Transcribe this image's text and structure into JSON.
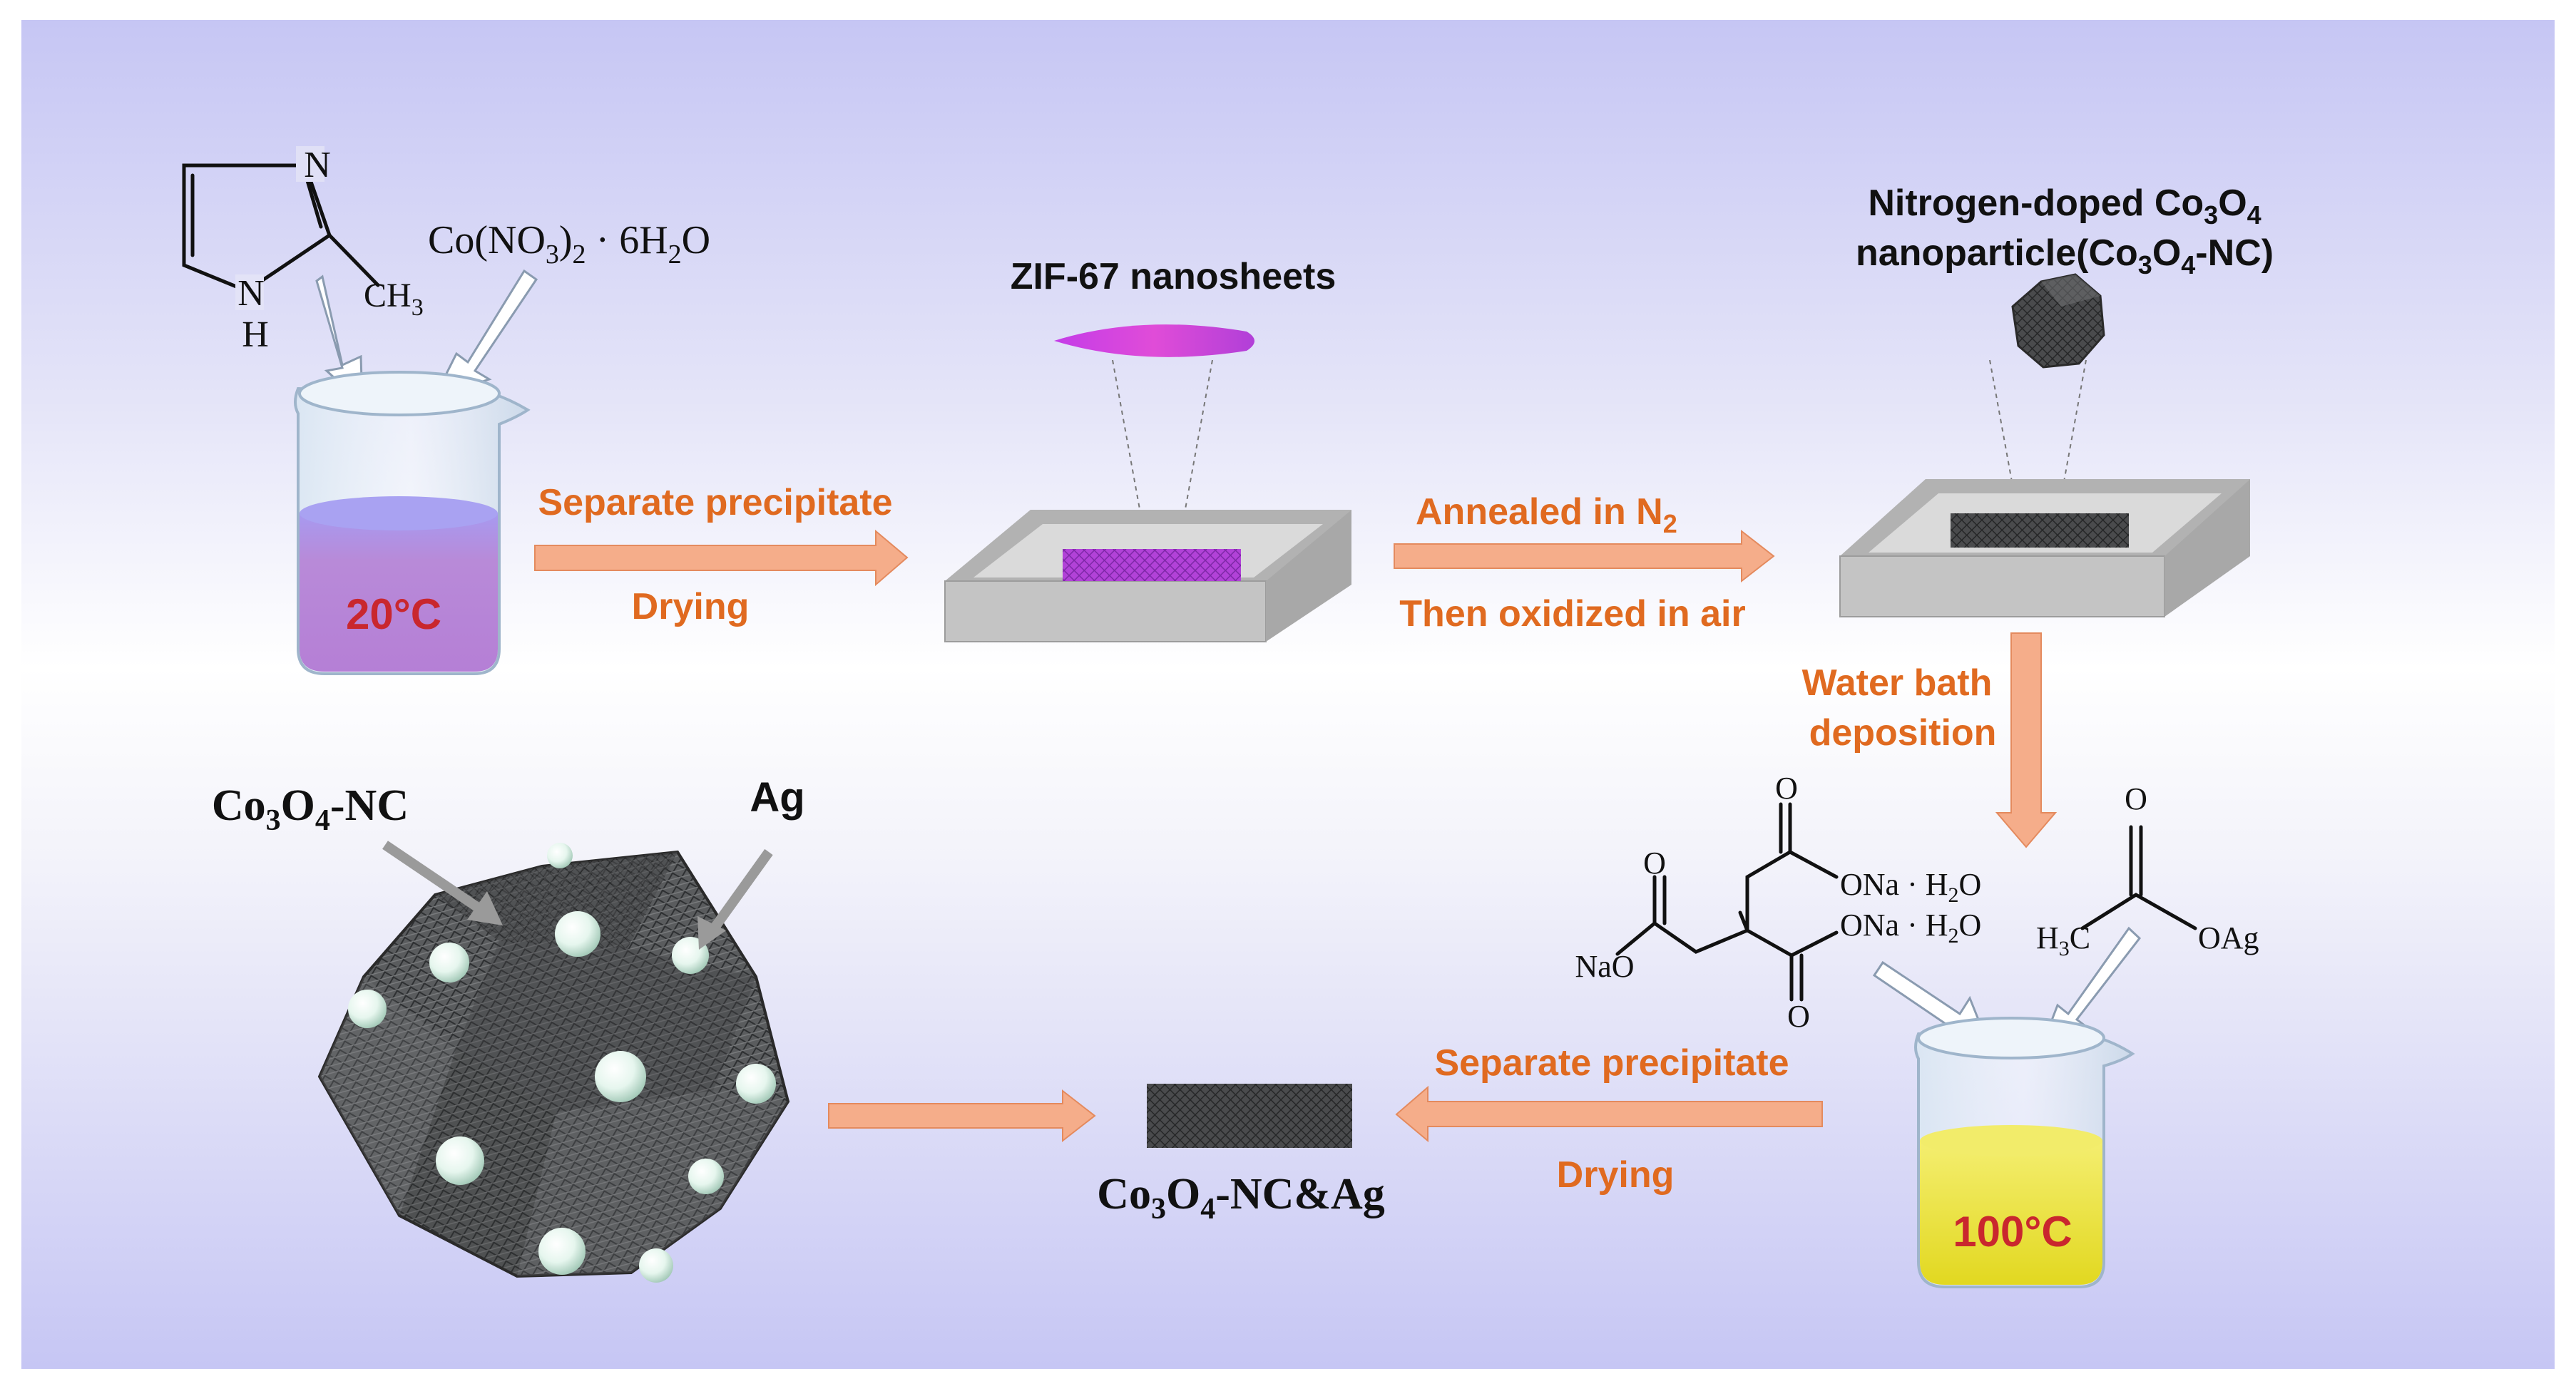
{
  "labels": {
    "zif": "ZIF-67 nanosheets",
    "ndoped_line1_a": "Nitrogen-doped Co",
    "ndoped_line1_3": "3",
    "ndoped_line1_b": "O",
    "ndoped_line1_4": "4",
    "ndoped_line2_a": "nanoparticle(Co",
    "ndoped_line2_3": "3",
    "ndoped_line2_b": "O",
    "ndoped_line2_4": "4",
    "ndoped_line2_c": "-NC)",
    "co3o4nc_a": "Co",
    "co3o4nc_3": "3",
    "co3o4nc_b": "O",
    "co3o4nc_4": "4",
    "co3o4nc_c": "-NC",
    "ag": "Ag",
    "product_a": "Co",
    "product_3": "3",
    "product_b": "O",
    "product_4": "4",
    "product_c": "-NC&Ag"
  },
  "steps": {
    "sep1": "Separate precipitate",
    "dry1": "Drying",
    "anneal_a": "Annealed in N",
    "anneal_2": "2",
    "oxid": "Then oxidized in air",
    "water1": "Water bath",
    "water2": "deposition",
    "sep2": "Separate precipitate",
    "dry2": "Drying"
  },
  "beakers": {
    "temp1": "20°C",
    "temp2": "100°C"
  },
  "chem": {
    "N": "N",
    "NH_N": "N",
    "NH_H": "H",
    "CH3_a": "CH",
    "CH3_3": "3",
    "cobalt_a": "Co(NO",
    "cobalt_3": "3",
    "cobalt_b": ")",
    "cobalt_2": "2",
    "cobalt_c": " · 6H",
    "cobalt_2b": "2",
    "cobalt_d": "O",
    "O1": "O",
    "O2": "O",
    "O3": "O",
    "ONa_1": "ONa · H",
    "ONa_1_2": "2",
    "ONa_1_O": "O",
    "ONa_2": "ONa · H",
    "ONa_2_2": "2",
    "ONa_2_O": "O",
    "NaO": "NaO",
    "O_ac": "O",
    "H3C_a": "H",
    "H3C_3": "3",
    "H3C_b": "C",
    "OAg": "OAg"
  },
  "colors": {
    "arrow": "#F5AD8A",
    "text_orange": "#E06A20",
    "purple_liquid": "#B57FD6",
    "yellow_liquid": "#E8E030",
    "zif_sheet": "#D23FE0"
  }
}
